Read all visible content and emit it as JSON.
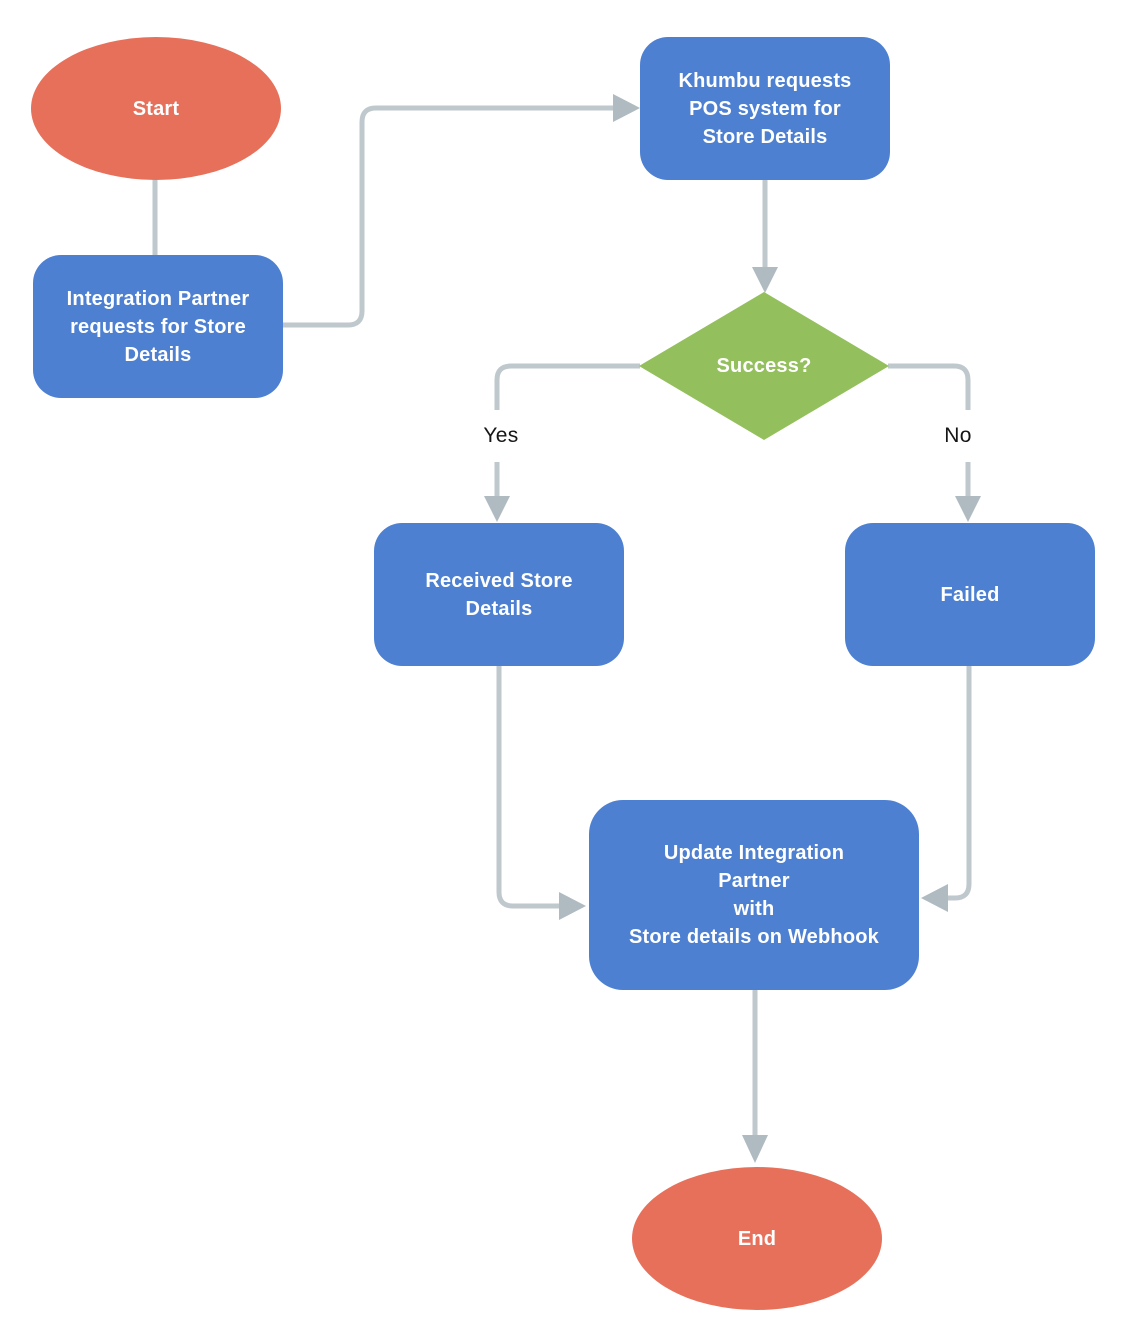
{
  "diagram": {
    "nodes": {
      "start": {
        "label": "Start",
        "shape": "terminator"
      },
      "integration": {
        "label": "Integration Partner\nrequests for Store\nDetails",
        "shape": "process"
      },
      "khumbu": {
        "label": "Khumbu requests\nPOS system for\nStore Details",
        "shape": "process"
      },
      "success": {
        "label": "Success?",
        "shape": "decision"
      },
      "received": {
        "label": "Received Store\nDetails",
        "shape": "process"
      },
      "failed": {
        "label": "Failed",
        "shape": "process"
      },
      "update": {
        "label": "Update Integration\nPartner\nwith\nStore details on Webhook",
        "shape": "process"
      },
      "end": {
        "label": "End",
        "shape": "terminator"
      }
    },
    "edge_labels": {
      "yes": "Yes",
      "no": "No"
    },
    "colors": {
      "terminator": "#E7705B",
      "process": "#4E80D2",
      "decision": "#94BF5D",
      "connector": "#BEC8CD",
      "arrowhead": "#AFBBC1",
      "node_text": "#FFFFFF",
      "edge_label_text": "#161616",
      "canvas_bg": "#FFFFFF"
    }
  }
}
